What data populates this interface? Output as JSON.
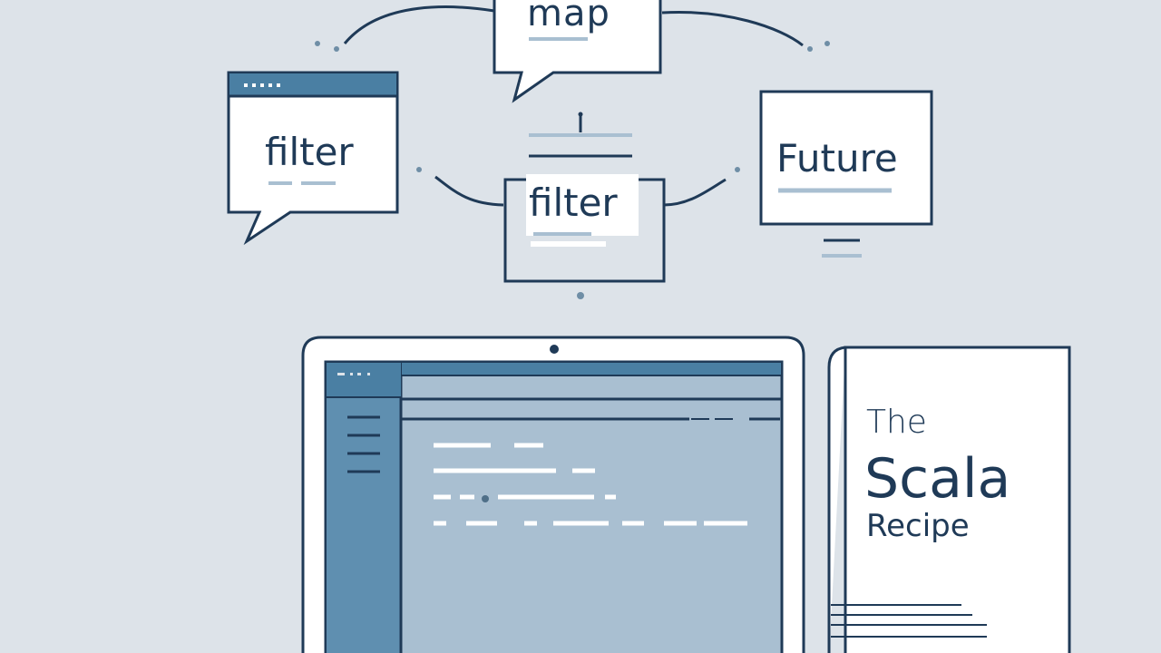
{
  "bubbles": {
    "map_label": "map",
    "filter_left_label": "filter",
    "filter_center_label": "filter",
    "future_label": "Future"
  },
  "book": {
    "line1": "The",
    "line2": "Scala",
    "line3": "Recipe"
  },
  "colors": {
    "background": "#dde3e9",
    "ink": "#1f3a57",
    "accent": "#4a7fa3",
    "panel": "#a9bfd1",
    "sidebar": "#5f8fb0",
    "paper": "#ffffff",
    "muted_dash": "#9db5c6"
  }
}
